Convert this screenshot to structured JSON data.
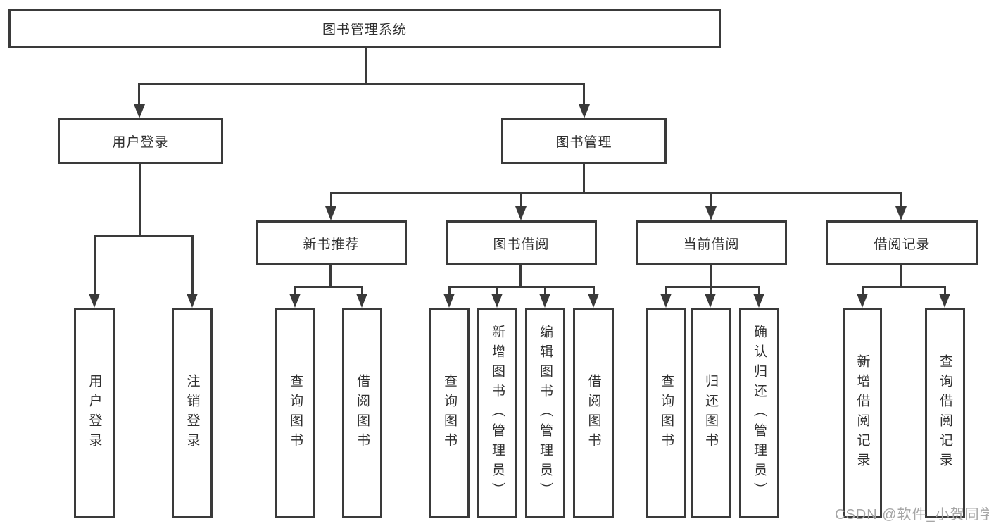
{
  "diagram": {
    "title": "图书管理系统",
    "root": {
      "label": "图书管理系统"
    },
    "level2": [
      {
        "label": "用户登录"
      },
      {
        "label": "图书管理"
      }
    ],
    "level3": [
      {
        "label": "新书推荐",
        "parent": "图书管理"
      },
      {
        "label": "图书借阅",
        "parent": "图书管理"
      },
      {
        "label": "当前借阅",
        "parent": "图书管理"
      },
      {
        "label": "借阅记录",
        "parent": "图书管理"
      }
    ],
    "leaves": [
      {
        "label": "用户登录",
        "parent": "用户登录"
      },
      {
        "label": "注销登录",
        "parent": "用户登录"
      },
      {
        "label": "查询图书",
        "parent": "新书推荐"
      },
      {
        "label": "借阅图书",
        "parent": "新书推荐"
      },
      {
        "label": "查询图书",
        "parent": "图书借阅"
      },
      {
        "label": "新增图书（管理员）",
        "parent": "图书借阅"
      },
      {
        "label": "编辑图书（管理员）",
        "parent": "图书借阅"
      },
      {
        "label": "借阅图书",
        "parent": "图书借阅"
      },
      {
        "label": "查询图书",
        "parent": "当前借阅"
      },
      {
        "label": "归还图书",
        "parent": "当前借阅"
      },
      {
        "label": "确认归还（管理员）",
        "parent": "当前借阅"
      },
      {
        "label": "新增借阅记录",
        "parent": "借阅记录"
      },
      {
        "label": "查询借阅记录",
        "parent": "借阅记录"
      }
    ],
    "watermark": "CSDN @软件_小贺同学",
    "colors": {
      "line": "#3a3a3a",
      "box_border": "#3a3a3a",
      "text": "#303030",
      "watermark": "#a6a6a6",
      "background": "#ffffff"
    }
  }
}
